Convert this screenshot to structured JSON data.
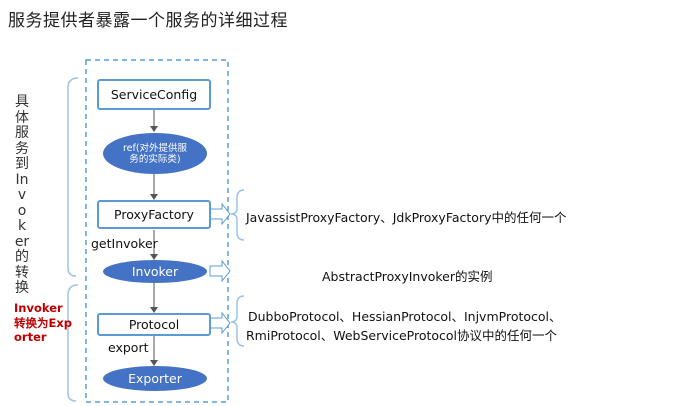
{
  "title": "服务提供者暴露一个服务的详细过程",
  "left_labels": {
    "group1": "具体服务到Invoker的转换",
    "group2": "Invoker转换为Exporter"
  },
  "nodes": {
    "service_config": "ServiceConfig",
    "ref": "ref(对外提供服务的实际类)",
    "proxy_factory": "ProxyFactory",
    "invoker": "Invoker",
    "protocol": "Protocol",
    "exporter": "Exporter"
  },
  "edge_labels": {
    "get_invoker": "getInvoker",
    "export": "export"
  },
  "notes": {
    "proxy_factory": "JavassistProxyFactory、JdkProxyFactory中的任何一个",
    "invoker": "AbstractProxyInvoker的实例",
    "protocol_line1": "DubboProtocol、HessianProtocol、InjvmProtocol、",
    "protocol_line2": "RmiProtocol、WebServiceProtocol协议中的任何一个"
  },
  "colors": {
    "box_border": "#5b9bd5",
    "ellipse_fill": "#4472c4",
    "dashed_border": "#5b9bd5",
    "bracket": "#9dc3e6",
    "accent_red": "#c00000"
  }
}
